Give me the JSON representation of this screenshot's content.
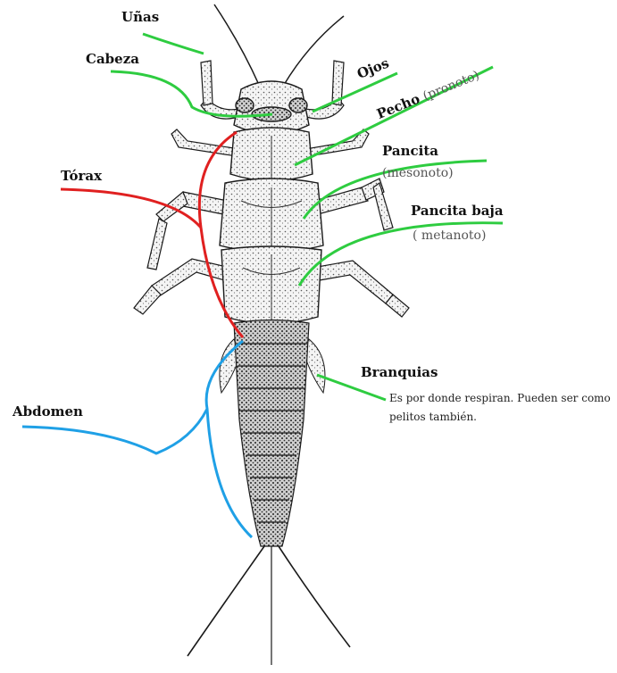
{
  "labels": {
    "unas": "Uñas",
    "cabeza": "Cabeza",
    "ojos": "Ojos",
    "pecho": "Pecho",
    "pecho_sub": "(pronoto)",
    "pancita": "Pancita",
    "pancita_sub": "(mesonoto)",
    "pancita_baja": "Pancita baja",
    "pancita_baja_sub": "( metanoto)",
    "torax": "Tórax",
    "branquias": "Branquias",
    "branquias_desc": "Es por donde respiran. Pueden ser como pelitos también.",
    "abdomen": "Abdomen"
  },
  "colors": {
    "green": "#2ecc40",
    "red": "#e02020",
    "blue": "#1fa0e6",
    "ink": "#1a1a1a"
  }
}
